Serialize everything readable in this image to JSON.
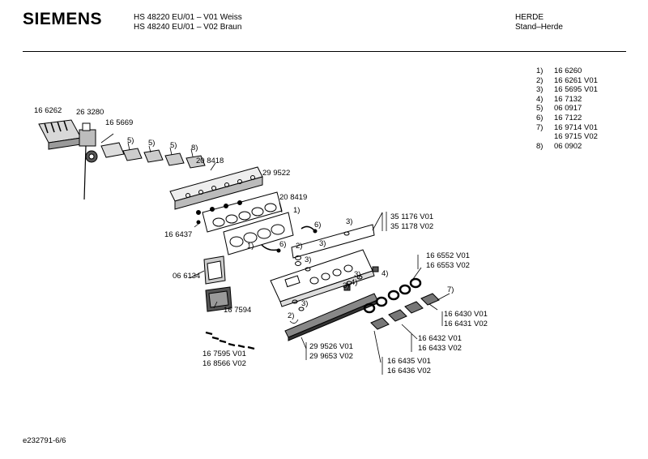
{
  "header": {
    "brand": "SIEMENS",
    "model_line1": "HS 48220 EU/01 – V01 Weiss",
    "model_line2": "HS 48240 EU/01 – V02 Braun",
    "category_line1": "HERDE",
    "category_line2": "Stand–Herde"
  },
  "legend": [
    {
      "key": "1)",
      "value": "16 6260"
    },
    {
      "key": "2)",
      "value": "16 6261 V01"
    },
    {
      "key": "3)",
      "value": "16 5695 V01"
    },
    {
      "key": "4)",
      "value": "16 7132"
    },
    {
      "key": "5)",
      "value": "06 0917"
    },
    {
      "key": "6)",
      "value": "16 7122"
    },
    {
      "key": "7)",
      "value": "16 9714 V01"
    },
    {
      "key": "",
      "value": "16 9715 V02"
    },
    {
      "key": "8)",
      "value": "06 0902"
    }
  ],
  "labels": {
    "p166262": "16 6262",
    "p263280": "26 3280",
    "p165669": "16 5669",
    "m5a": "5)",
    "m5b": "5)",
    "m5c": "5)",
    "m8": "8)",
    "p208418": "20 8418",
    "p299522": "29 9522",
    "p208419": "20 8419",
    "p166437": "16 6437",
    "p061341": "06 6134",
    "p167594": "16 7594",
    "p167595": "16 7595 V01",
    "p168566": "16 8566 V02",
    "p351176": "35 1176 V01",
    "p351178": "35 1178 V02",
    "p166552": "16  6552  V01",
    "p166553": "16 6553 V02",
    "p166430": "16  6430 V01",
    "p166431": "16 6431 V02",
    "p166432": "16  6432 V01",
    "p166433": "16 6433 V02",
    "p166435": "16  6435 V01",
    "p166436": "16 6436 V02",
    "p299526": "29  9526 V01",
    "p299653": "29 9653 V02",
    "c1a": "1)",
    "c1b": "1)",
    "c6a": "6)",
    "c6b": "6)",
    "c2a": "2)",
    "c2b": "2)",
    "c3a": "3)",
    "c3b": "3)",
    "c3c": "3)",
    "c3d": "3)",
    "c3e": "3)",
    "c3f": "3)",
    "c4a": "4)",
    "c4b": "4)",
    "c7": "7)"
  },
  "footer": {
    "code": "e232791-6/6"
  }
}
